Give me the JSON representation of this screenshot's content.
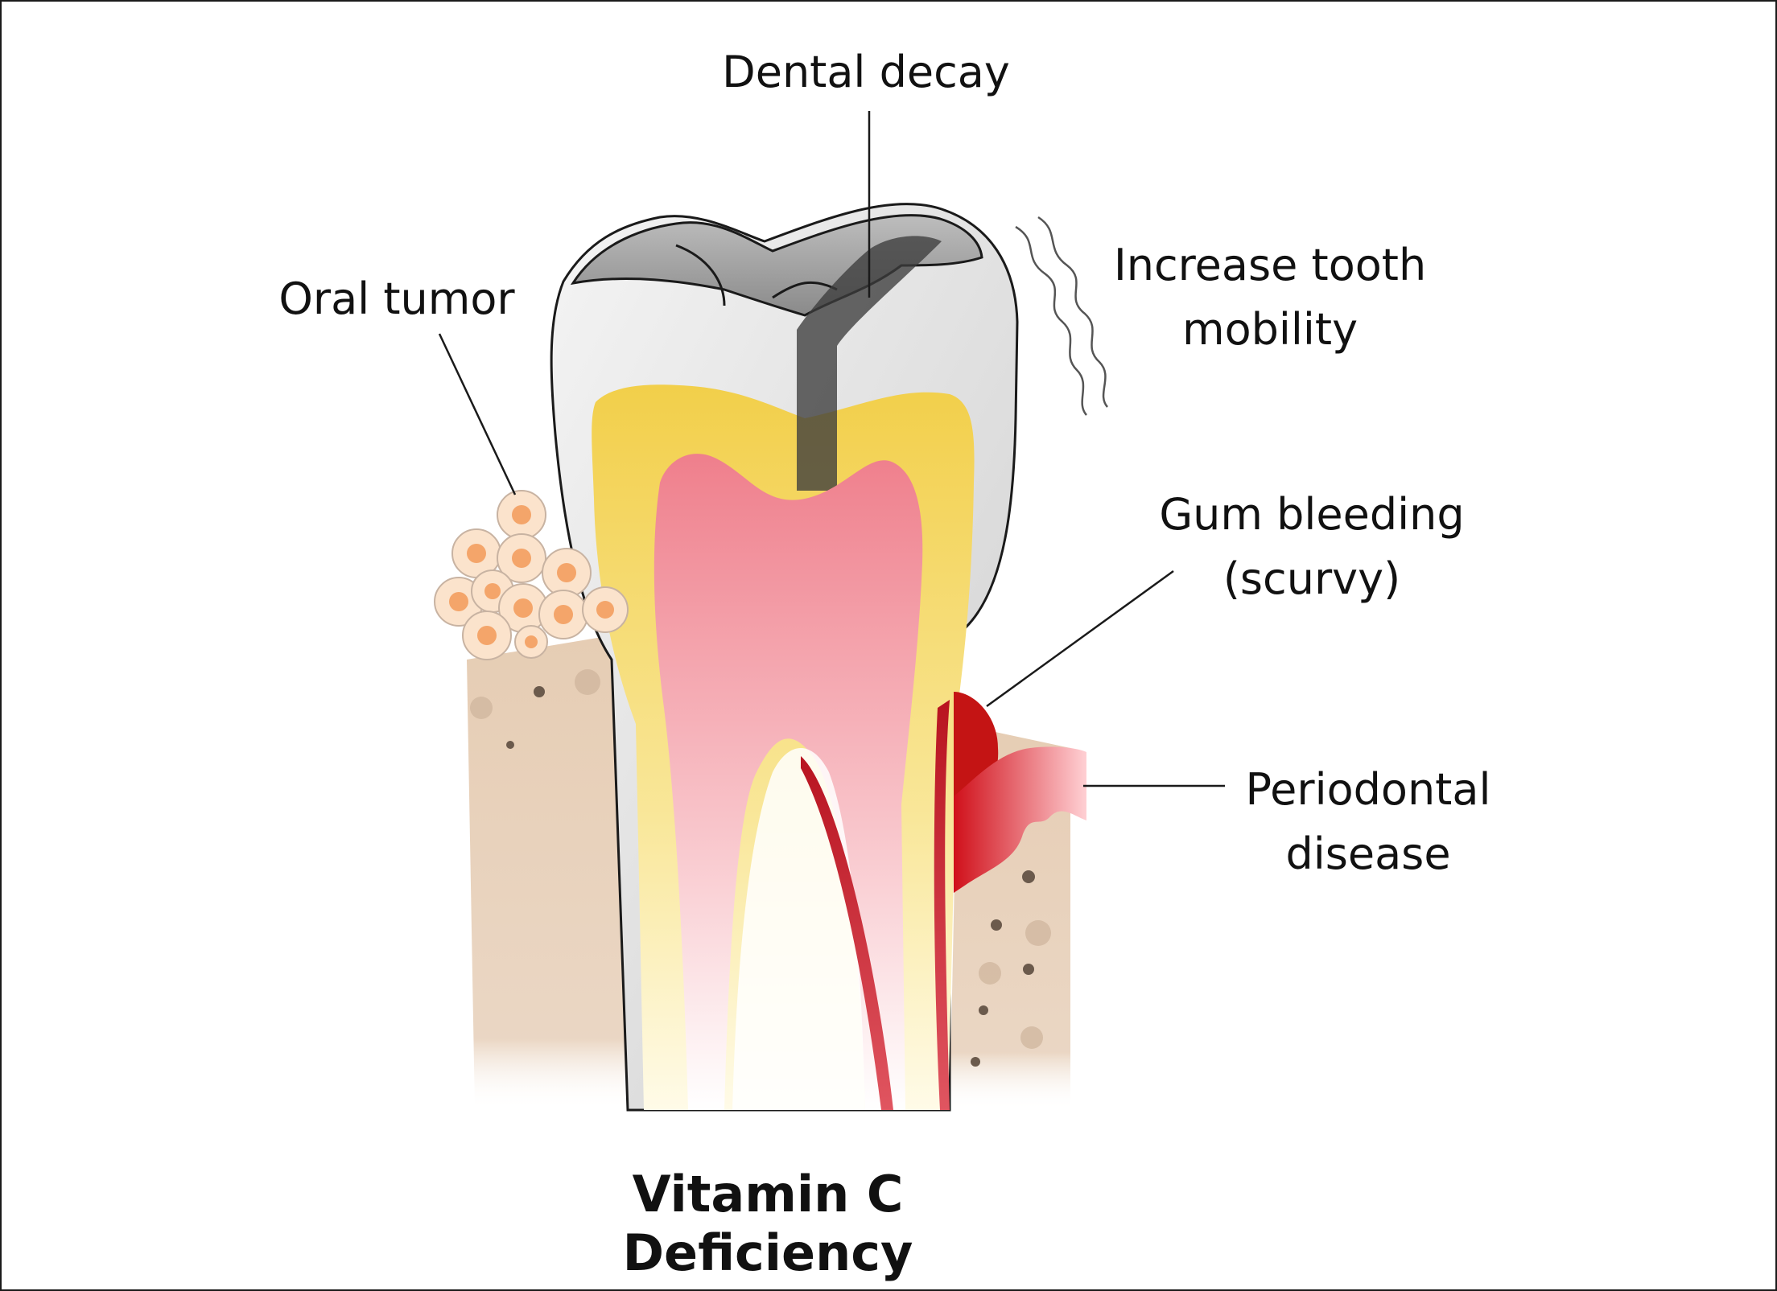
{
  "title": "Vitamin C Deficiency",
  "labels": {
    "dental_decay": "Dental decay",
    "oral_tumor": "Oral tumor",
    "tooth_mobility": [
      "Increase tooth",
      "mobility"
    ],
    "gum_bleeding": [
      "Gum bleeding",
      "(scurvy)"
    ],
    "periodontal": [
      "Periodontal",
      "disease"
    ]
  },
  "colors": {
    "enamel": "#e8e8e8",
    "dentin": "#f3d35c",
    "pulp": "#f08a96",
    "decay": "#505050",
    "bone": "#e6cdb4",
    "blood": "#c41414",
    "tumor_cell": "#fbe3cc",
    "tumor_nucleus": "#f4a56a"
  }
}
